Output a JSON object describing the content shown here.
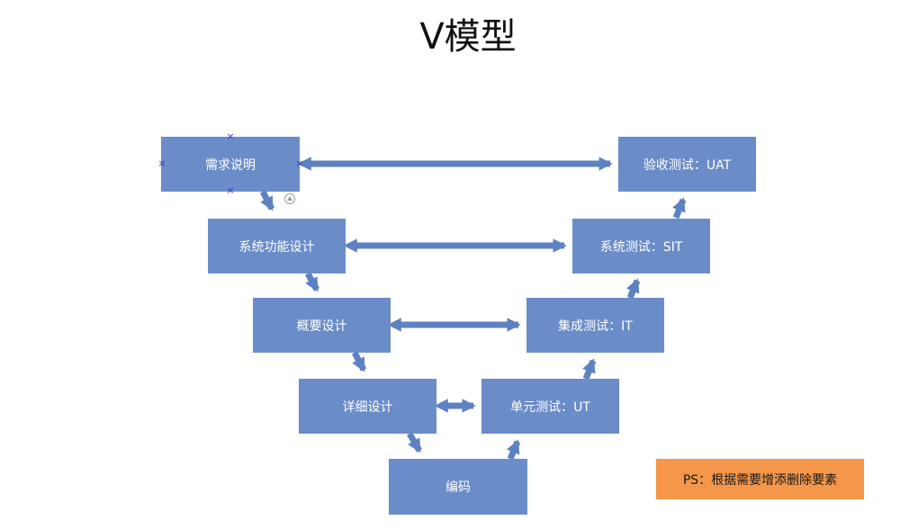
{
  "title": "V模型",
  "boxes": {
    "requirements": "需求说明",
    "system_function_design": "系统功能设计",
    "outline_design": "概要设计",
    "detailed_design": "详细设计",
    "coding": "编码",
    "unit_test": "单元测试：UT",
    "integration_test": "集成测试：IT",
    "system_test": "系统测试：SIT",
    "acceptance_test": "验收测试：UAT"
  },
  "note": "PS：根据需要增添删除要素",
  "colors": {
    "box_fill": "#6a8cc8",
    "arrow_fill": "#5e81c2",
    "note_fill": "#f4974a"
  },
  "icons": {
    "selection_handle": "x-handle",
    "rotation_handle": "rotate-handle-icon"
  }
}
